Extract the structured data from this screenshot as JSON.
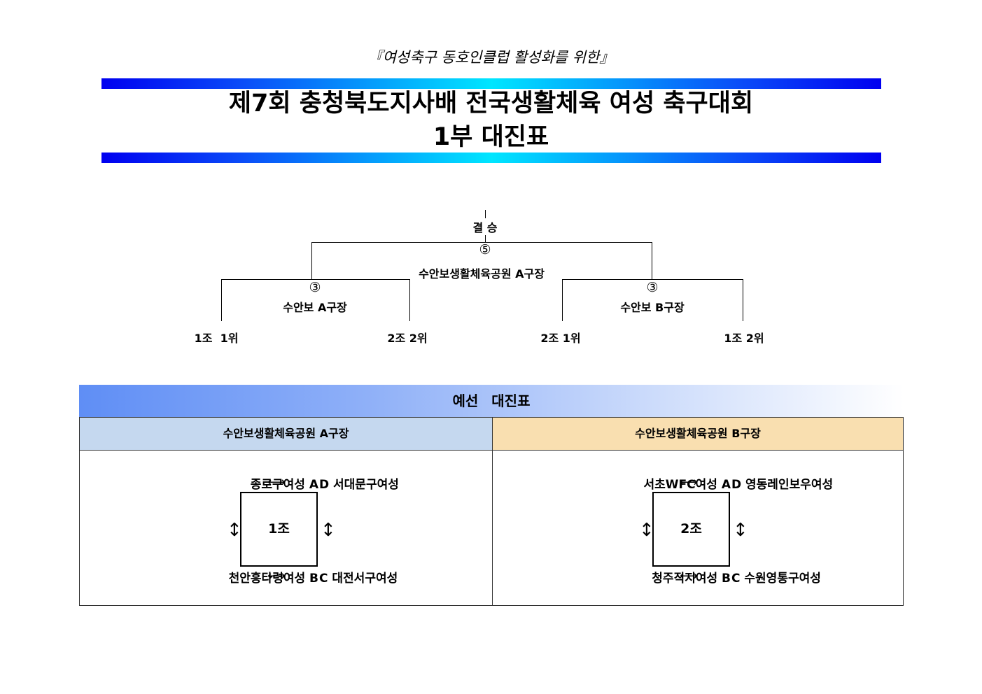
{
  "header": {
    "subtitle": "『여성축구 동호인클럽 활성화를 위한』",
    "title_line1": "제7회 충청북도지사배 전국생활체육 여성 축구대회",
    "title_line2": "1부 대진표"
  },
  "bracket": {
    "final_label": "결 승",
    "final_match_no": "⑤",
    "final_venue": "수안보생활체육공원 A구장",
    "semi_left_no": "③",
    "semi_left_venue": "수안보 A구장",
    "semi_right_no": "③",
    "semi_right_venue": "수안보 B구장",
    "slots": [
      "1조  1위",
      "2조 2위",
      "2조 1위",
      "1조 2위"
    ]
  },
  "prelim": {
    "title": "예선 대진표",
    "venue_a": "수안보생활체육공원 A구장",
    "venue_b": "수안보생활체육공원 B구장",
    "group1": {
      "label": "1조",
      "top_left": "종로구여성 A",
      "top_right": "D 서대문구여성",
      "bottom_left": "천안흥타령여성 B",
      "bottom_right": "C 대전서구여성"
    },
    "group2": {
      "label": "2조",
      "top_left": "서초WFC여성 A",
      "top_right": "D 영동레인보우여성",
      "bottom_left": "청주직지여성 B",
      "bottom_right": "C 수원영통구여성"
    },
    "arrow_h": "⟷",
    "arrow_v": "↕"
  },
  "colors": {
    "bar_blue": "#0000f0",
    "bar_cyan": "#00e6ff",
    "venue_a_bg": "#c5d8ef",
    "venue_b_bg": "#f9dfb0"
  }
}
